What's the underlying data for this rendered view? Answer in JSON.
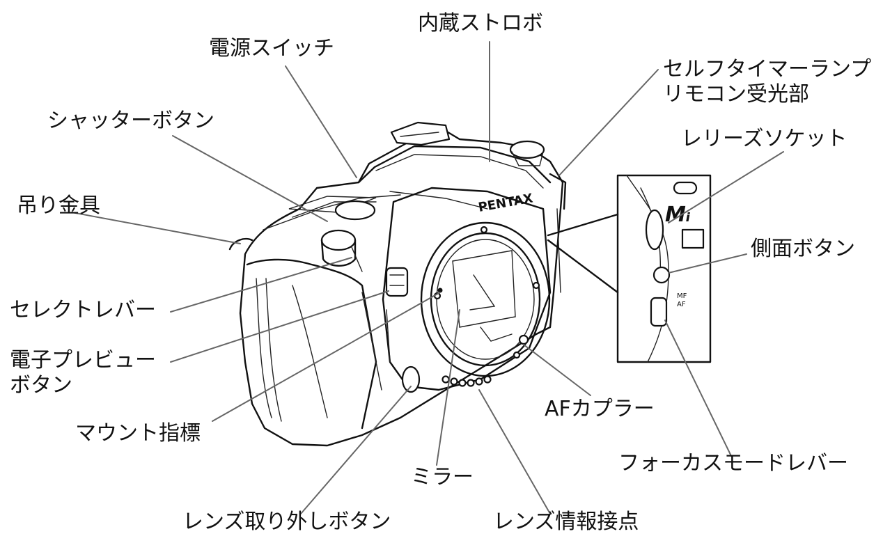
{
  "brand": "PENTAX",
  "labels": {
    "built_in_flash": "内蔵ストロボ",
    "power_switch": "電源スイッチ",
    "self_timer_lamp_line1": "セルフタイマーランプ",
    "self_timer_lamp_line2": "リモコン受光部",
    "shutter_button": "シャッターボタン",
    "release_socket": "レリーズソケット",
    "strap_lug": "吊り金具",
    "side_button": "側面ボタン",
    "select_lever": "セレクトレバー",
    "e_preview_line1": "電子プレビュー",
    "e_preview_line2": "ボタン",
    "af_coupler": "AFカプラー",
    "mount_index": "マウント指標",
    "focus_mode_lever": "フォーカスモードレバー",
    "mirror": "ミラー",
    "lens_release_button": "レンズ取り外しボタン",
    "lens_info_contacts": "レンズ情報接点"
  },
  "inset_markings": {
    "logo": "Mᵢ",
    "mf": "MF",
    "af": "AF"
  }
}
